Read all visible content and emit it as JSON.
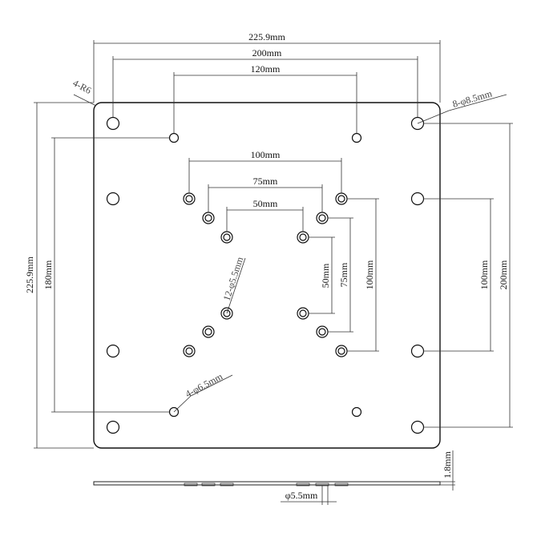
{
  "dimensions": {
    "width_overall": "225.9mm",
    "width_200": "200mm",
    "width_120": "120mm",
    "width_100": "100mm",
    "width_75": "75mm",
    "width_50": "50mm",
    "height_overall": "225.9mm",
    "height_180": "180mm",
    "height_50": "50mm",
    "height_75": "75mm",
    "height_100_inner": "100mm",
    "height_100_right": "100mm",
    "height_200": "200mm",
    "thickness": "1.8mm",
    "side_hole": "φ5.5mm"
  },
  "callouts": {
    "corner_radius": "4-R6",
    "corner_holes": "8-φ8.5mm",
    "vesa_holes": "12-φ5.5mm",
    "mid_holes": "4-φ6.5mm"
  }
}
